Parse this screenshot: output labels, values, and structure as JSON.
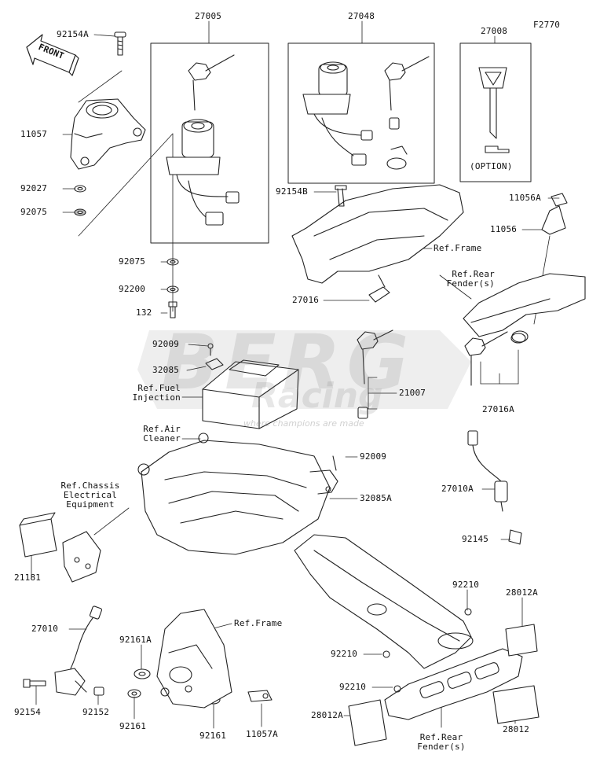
{
  "figure_code": "F2770",
  "front_label": "FRONT",
  "watermark": {
    "main": "BERG",
    "sub": "Racing",
    "tagline": "where champions are made"
  },
  "parts": {
    "p92154A": "92154A",
    "p27005": "27005",
    "p27048": "27048",
    "p27008": "27008",
    "p11057": "11057",
    "p92027": "92027",
    "p92075a": "92075",
    "p92075b": "92075",
    "p92200": "92200",
    "p132": "132",
    "p92154B": "92154B",
    "p27016": "27016",
    "p11056A": "11056A",
    "p11056": "11056",
    "p92009a": "92009",
    "p32085": "32085",
    "p21007": "21007",
    "p27016A": "27016A",
    "p92009b": "92009",
    "p32085A": "32085A",
    "p27010A": "27010A",
    "p92145": "92145",
    "p21181": "21181",
    "p92210a": "92210",
    "p28012A_top": "28012A",
    "p27010": "27010",
    "p92161A": "92161A",
    "p92210b": "92210",
    "p92210c": "92210",
    "p92154": "92154",
    "p92152": "92152",
    "p92161a": "92161",
    "p92161b": "92161",
    "p11057A": "11057A",
    "p28012A_bot": "28012A",
    "p28012": "28012"
  },
  "refs": {
    "frame_top": "Ref.Frame",
    "rear_fender_top": "Ref.Rear\nFender(s)",
    "fuel_injection": "Ref.Fuel\nInjection",
    "air_cleaner": "Ref.Air\nCleaner",
    "chassis_electrical": "Ref.Chassis\nElectrical\nEquipment",
    "frame_bottom": "Ref.Frame",
    "rear_fender_bottom": "Ref.Rear\nFender(s)",
    "option": "(OPTION)"
  }
}
